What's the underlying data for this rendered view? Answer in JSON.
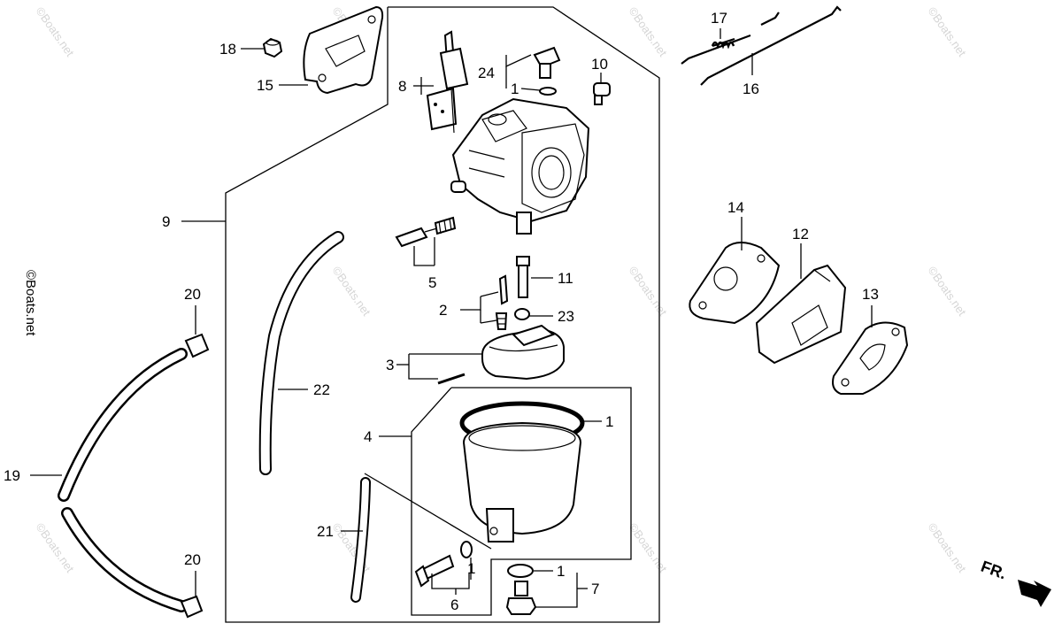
{
  "callouts": {
    "c1a": "1",
    "c1b": "1",
    "c1c": "1",
    "c1d": "1",
    "c2": "2",
    "c3": "3",
    "c4": "4",
    "c5": "5",
    "c6": "6",
    "c7": "7",
    "c8": "8",
    "c9": "9",
    "c10": "10",
    "c11": "11",
    "c12": "12",
    "c13": "13",
    "c14": "14",
    "c15": "15",
    "c16": "16",
    "c17": "17",
    "c18": "18",
    "c19": "19",
    "c20a": "20",
    "c20b": "20",
    "c21": "21",
    "c22": "22",
    "c23": "23",
    "c24": "24"
  },
  "direction_label": "FR.",
  "watermark": "©Boats.net",
  "colors": {
    "ink": "#000000",
    "background": "#ffffff",
    "watermark": "#d6d6d6"
  }
}
